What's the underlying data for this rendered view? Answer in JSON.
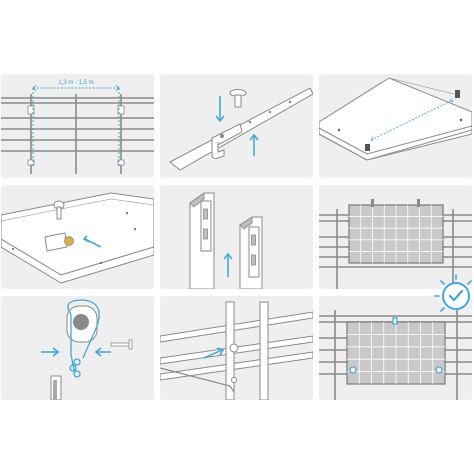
{
  "steps": [
    {
      "id": 1,
      "name": "measure-railing",
      "dimension_label": "1,3 m - 1,5 m"
    },
    {
      "id": 2,
      "name": "insert-bolt-into-hook"
    },
    {
      "id": 3,
      "name": "attach-hook-to-frame"
    },
    {
      "id": 4,
      "name": "tighten-knob"
    },
    {
      "id": 5,
      "name": "mount-bracket-rails"
    },
    {
      "id": 6,
      "name": "hang-panel-on-railing"
    },
    {
      "id": 7,
      "name": "secure-safety-cable"
    },
    {
      "id": 8,
      "name": "fix-to-railing"
    },
    {
      "id": 9,
      "name": "installation-complete"
    }
  ],
  "colors": {
    "accent": "#3fa9d8",
    "line": "#8a8a8a",
    "panel_bg": "#efefef",
    "solar": "#c9c9c9"
  }
}
